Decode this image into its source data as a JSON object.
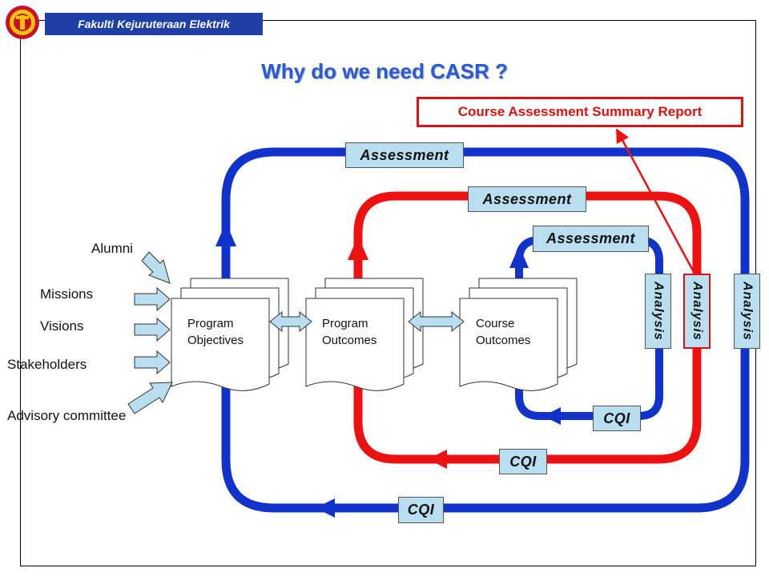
{
  "header": {
    "faculty": "Fakulti Kejuruteraan Elektrik"
  },
  "title": "Why do we need CASR ?",
  "report_box": "Course Assessment Summary Report",
  "inputs": [
    "Alumni",
    "Missions",
    "Visions",
    "Stakeholders",
    "Advisory committee"
  ],
  "documents": [
    {
      "line1": "Program",
      "line2": "Objectives"
    },
    {
      "line1": "Program",
      "line2": "Outcomes"
    },
    {
      "line1": "Course",
      "line2": "Outcomes"
    }
  ],
  "loops": {
    "outer": {
      "assessment": "Assessment",
      "analysis": "Analysis",
      "cqi": "CQI"
    },
    "middle": {
      "assessment": "Assessment",
      "analysis": "Analysis",
      "cqi": "CQI"
    },
    "inner": {
      "assessment": "Assessment",
      "analysis": "Analysis",
      "cqi": "CQI"
    }
  },
  "colors": {
    "blue_loop": "#1133cc",
    "red_loop": "#ee1111",
    "tag_fill": "#b9def0",
    "title": "#2a5ad8"
  }
}
